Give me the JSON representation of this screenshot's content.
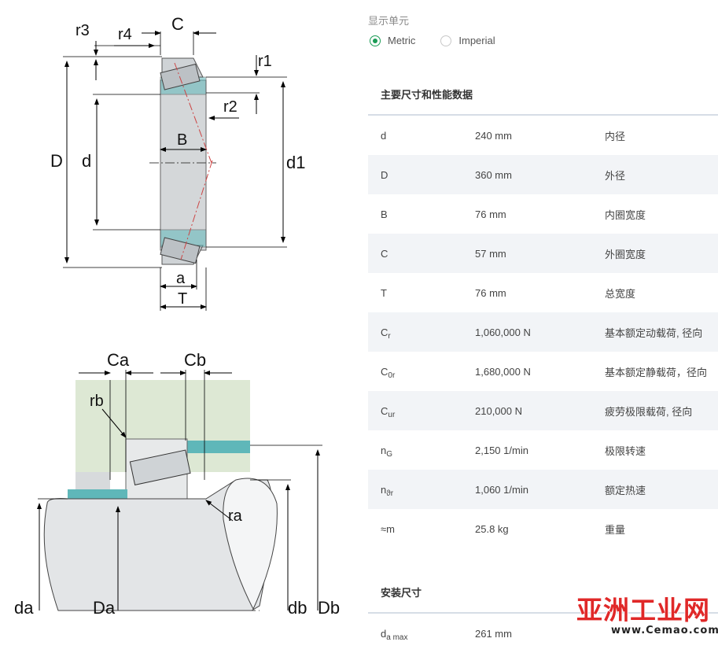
{
  "diagram": {
    "labels": {
      "r3": "r3",
      "r4": "r4",
      "C": "C",
      "r1": "r1",
      "r2": "r2",
      "D": "D",
      "d": "d",
      "B": "B",
      "d1": "d1",
      "a": "a",
      "T": "T",
      "Ca": "Ca",
      "Cb": "Cb",
      "rb": "rb",
      "ra": "ra",
      "da": "da",
      "Da": "Da",
      "db": "db",
      "Db": "Db"
    }
  },
  "unit_selector": {
    "label": "显示单元",
    "options": [
      {
        "label": "Metric",
        "selected": true
      },
      {
        "label": "Imperial",
        "selected": false
      }
    ]
  },
  "main_section": {
    "title": "主要尺寸和性能数据",
    "rows": [
      {
        "sym": "d",
        "sub": "",
        "value": "240 mm",
        "desc": "内径"
      },
      {
        "sym": "D",
        "sub": "",
        "value": "360 mm",
        "desc": "外径"
      },
      {
        "sym": "B",
        "sub": "",
        "value": "76 mm",
        "desc": "内圈宽度"
      },
      {
        "sym": "C",
        "sub": "",
        "value": "57 mm",
        "desc": "外圈宽度"
      },
      {
        "sym": "T",
        "sub": "",
        "value": "76 mm",
        "desc": "总宽度"
      },
      {
        "sym": "C",
        "sub": "r",
        "value": "1,060,000 N",
        "desc": "基本额定动载荷, 径向"
      },
      {
        "sym": "C",
        "sub": "0r",
        "value": "1,680,000 N",
        "desc": "基本额定静载荷，径向"
      },
      {
        "sym": "C",
        "sub": "ur",
        "value": "210,000 N",
        "desc": "疲劳极限载荷, 径向"
      },
      {
        "sym": "n",
        "sub": "G",
        "value": "2,150 1/min",
        "desc": "极限转速"
      },
      {
        "sym": "n",
        "sub": "ϑr",
        "value": "1,060 1/min",
        "desc": "额定热速"
      },
      {
        "sym": "≈m",
        "sub": "",
        "value": "25.8 kg",
        "desc": "重量"
      }
    ]
  },
  "mounting_section": {
    "title": "安装尺寸",
    "rows": [
      {
        "sym": "d",
        "sub": "a max",
        "value": "261 mm",
        "desc": ""
      }
    ]
  },
  "watermark": {
    "cn": "亚洲工业网",
    "url": "www.Cemao.com"
  },
  "colors": {
    "accent": "#1a9b55",
    "teal": "#5fb7b9",
    "green_bg": "#dde8d4",
    "ring_gray": "#cfd3d6"
  }
}
